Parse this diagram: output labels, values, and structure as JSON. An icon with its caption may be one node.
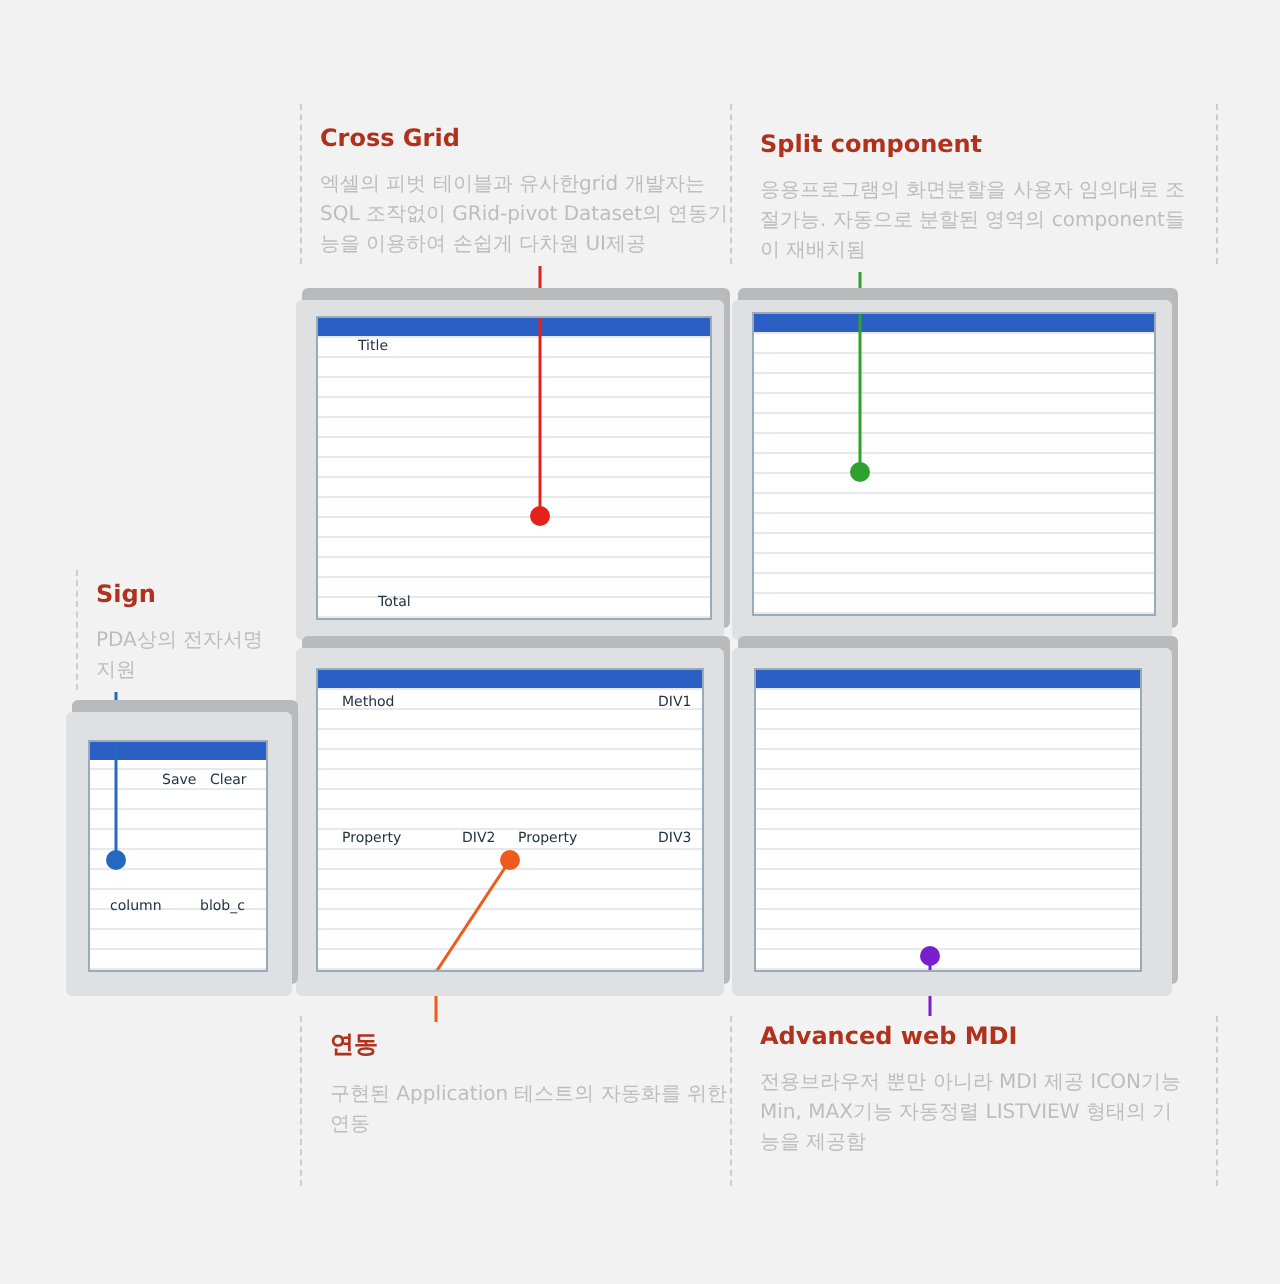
{
  "diagram": {
    "nodes": [
      {
        "text": [
          "Cross Grid",
          "엑셀의 피벗 테이블과 유사한grid 개발자는 SQL 조작없이 GRid-pivot Dataset의 연동기능을 이용하여 손쉽게 다차원 UI제공"
        ]
      },
      {
        "text": [
          "Split component",
          "응용프로그램의 화면분할을 사용자 임의대로 조절가능. 자동으로 분할된 영역의 component들이 재배치됨"
        ]
      },
      {
        "text": [
          "Sign",
          "PDA상의 전자서명 지원"
        ]
      },
      {
        "text": [
          "연동",
          "구현된 Application 테스트의 자동화를 위한 연동"
        ]
      },
      {
        "text": [
          "Advanced web MDI",
          "전용브라우저 뿐만 아니라 MDI 제공 ICON기능 Min, MAX기능 자동정렬 LISTVIEW 형태의 기능을 제공함"
        ]
      },
      {
        "text": [],
        "shape": "picture"
      },
      {
        "text": [],
        "shape": "picture"
      },
      {
        "text": [],
        "shape": "picture"
      },
      {
        "text": [],
        "shape": "picture"
      },
      {
        "text": [],
        "shape": "picture"
      }
    ],
    "edges": [
      {
        "from": 0,
        "to": 5,
        "arrow": "none",
        "color": "#e3231b"
      },
      {
        "from": 1,
        "to": 6,
        "arrow": "none",
        "color": "#2fa12f"
      },
      {
        "from": 2,
        "to": 7,
        "arrow": "none",
        "color": "#2468c2"
      },
      {
        "from": 3,
        "to": 9,
        "arrow": "none",
        "color": "#f05a1e"
      },
      {
        "from": 4,
        "to": 8,
        "arrow": "none",
        "color": "#7a1fcc"
      }
    ],
    "labels": [
      "Title",
      "Total",
      "Method",
      "DIV1",
      "Save",
      "Clear",
      "Property",
      "DIV2",
      "Property",
      "DIV3",
      "column",
      "blob_c"
    ]
  }
}
